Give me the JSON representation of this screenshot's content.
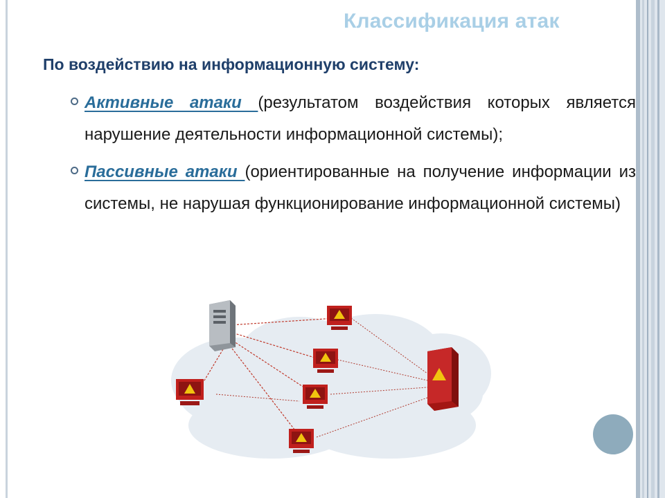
{
  "slide": {
    "title": "Классификация атак",
    "heading": "По воздействию на информационную систему:",
    "bullets": [
      {
        "term": "Активные      атаки     ",
        "description": " (результатом воздействия которых является нарушение деятельности информационной системы);"
      },
      {
        "term": "Пассивные атаки ",
        "description": " (ориентированные на получение информации из системы, не нарушая функционирование информационной системы)"
      }
    ]
  },
  "colors": {
    "title": "#a9cfe6",
    "heading": "#1f3f6a",
    "term": "#2a6d9a",
    "body_text": "#1a1a1a",
    "frame": "#dfe6ed",
    "accent_circle": "#8eabbc",
    "cloud": "#e5ebf1",
    "attacker_computers": "#c0201d",
    "server": "#9aa0a6",
    "victim_server": "#b71c1c",
    "attack_lines": "#c0392b"
  },
  "illustration": {
    "source_server_icon": "grey-server-icon",
    "attacker_icon": "red-computer-warning-icon",
    "attacker_count": 5,
    "victim_icon": "red-server-warning-icon",
    "background": "cloud"
  }
}
